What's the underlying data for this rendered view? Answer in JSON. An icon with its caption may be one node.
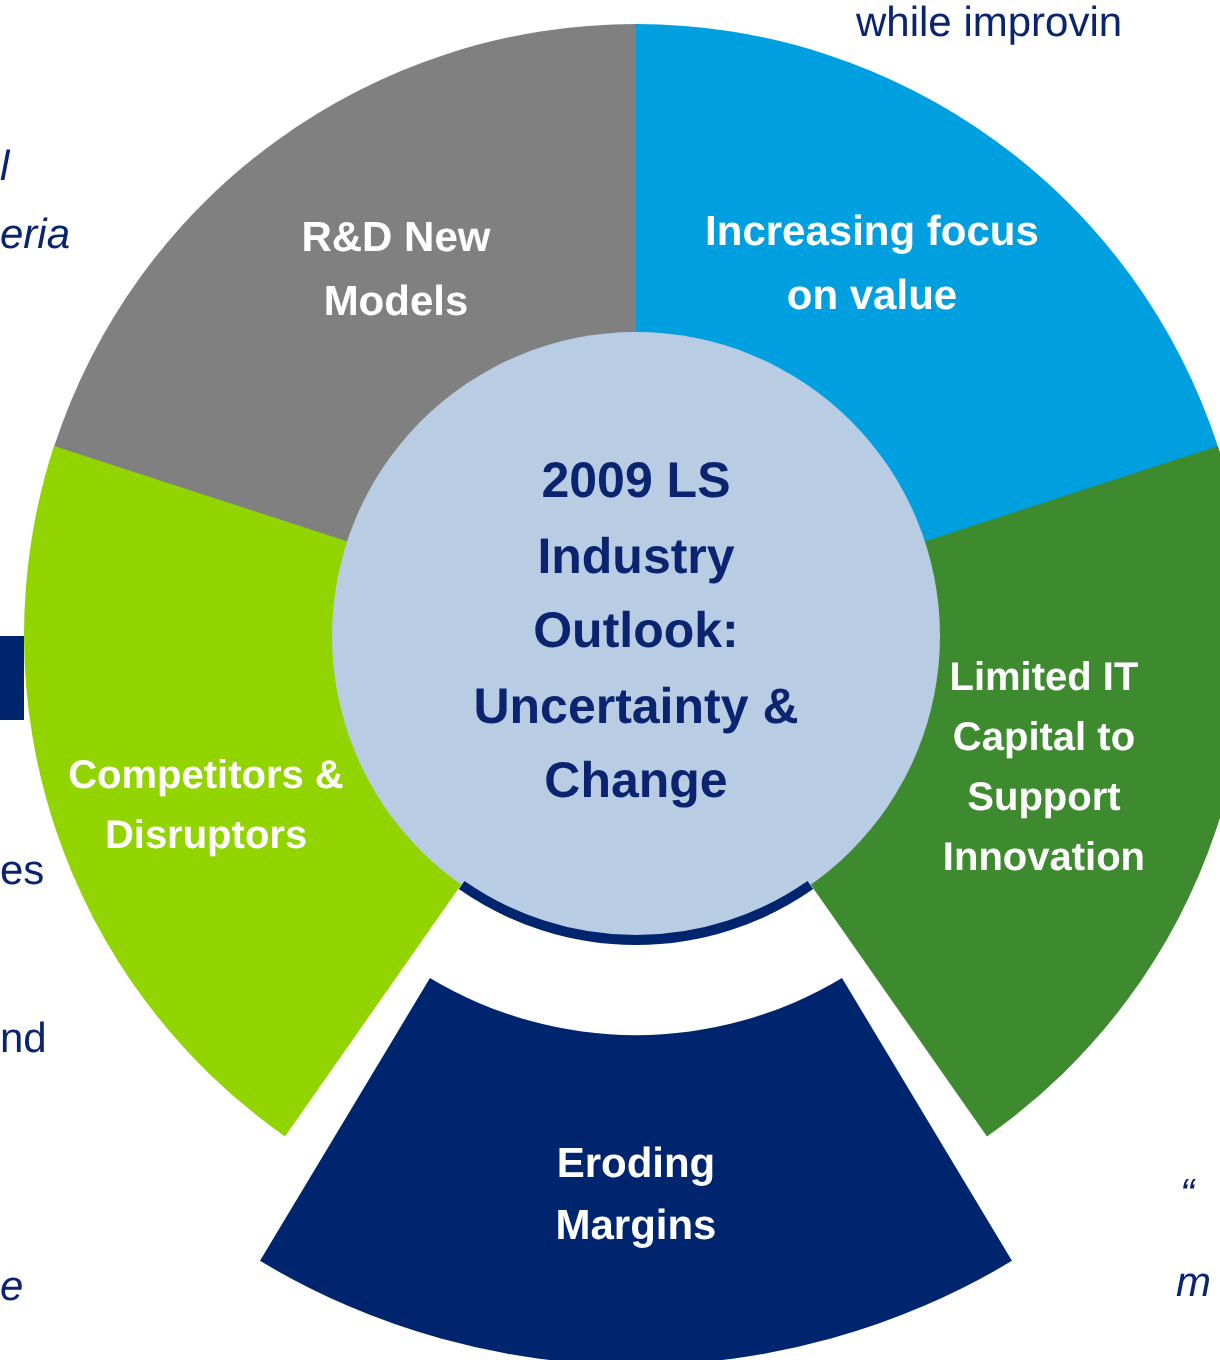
{
  "diagram": {
    "nodes": [
      {
        "text": [
          "2009 LS Industry Outlook: Uncertainty & Change"
        ]
      },
      {
        "text": [
          "R&D New Models"
        ]
      },
      {
        "text": [
          "Increasing focus on value"
        ]
      },
      {
        "text": [
          "Limited IT Capital to Support Innovation"
        ]
      },
      {
        "text": [
          "Eroding Margins"
        ]
      },
      {
        "text": [
          "Competitors & Disruptors"
        ]
      }
    ],
    "labels": [
      "while improvin",
      "l",
      "eria",
      "es",
      "nd",
      "e",
      "“",
      "m"
    ]
  }
}
